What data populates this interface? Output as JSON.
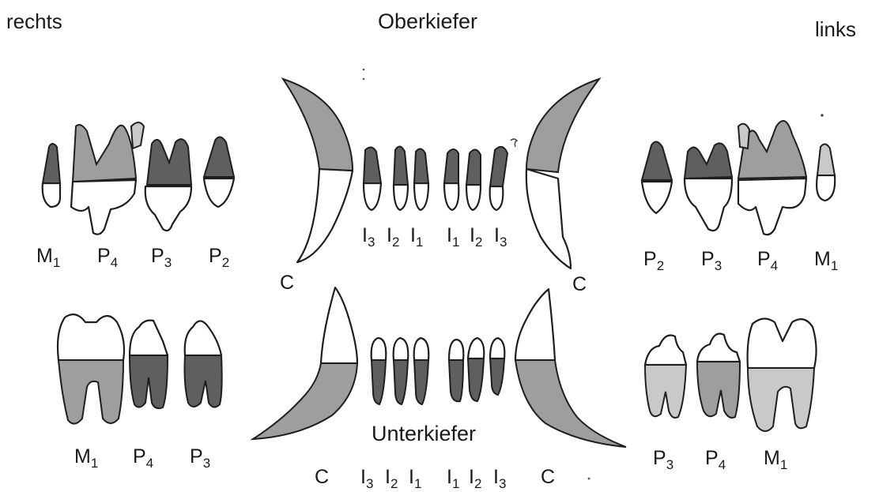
{
  "side_labels": {
    "right": "rechts",
    "left": "links"
  },
  "jaws": {
    "upper": "Oberkiefer",
    "lower": "Unterkiefer"
  },
  "upper_right_teeth": [
    {
      "letter": "M",
      "num": "1"
    },
    {
      "letter": "P",
      "num": "4"
    },
    {
      "letter": "P",
      "num": "3"
    },
    {
      "letter": "P",
      "num": "2"
    }
  ],
  "upper_left_teeth": [
    {
      "letter": "P",
      "num": "2"
    },
    {
      "letter": "P",
      "num": "3"
    },
    {
      "letter": "P",
      "num": "4"
    },
    {
      "letter": "M",
      "num": "1"
    }
  ],
  "lower_right_teeth": [
    {
      "letter": "M",
      "num": "1"
    },
    {
      "letter": "P",
      "num": "4"
    },
    {
      "letter": "P",
      "num": "3"
    }
  ],
  "lower_left_teeth": [
    {
      "letter": "P",
      "num": "3"
    },
    {
      "letter": "P",
      "num": "4"
    },
    {
      "letter": "M",
      "num": "1"
    }
  ],
  "upper_incisors": [
    {
      "letter": "I",
      "num": "3"
    },
    {
      "letter": "I",
      "num": "2"
    },
    {
      "letter": "I",
      "num": "1"
    },
    {
      "letter": "I",
      "num": "1"
    },
    {
      "letter": "I",
      "num": "2"
    },
    {
      "letter": "I",
      "num": "3"
    }
  ],
  "lower_incisors": [
    {
      "letter": "I",
      "num": "3"
    },
    {
      "letter": "I",
      "num": "2"
    },
    {
      "letter": "I",
      "num": "1"
    },
    {
      "letter": "I",
      "num": "1"
    },
    {
      "letter": "I",
      "num": "2"
    },
    {
      "letter": "I",
      "num": "3"
    }
  ],
  "canines": {
    "upper_right": "C",
    "upper_left": "C",
    "lower_right": "C",
    "lower_left": "C"
  },
  "colors": {
    "enamel_fill": "#9e9e9e",
    "pulp_fill": "#5f5f5f",
    "outline": "#1e1e1e"
  }
}
